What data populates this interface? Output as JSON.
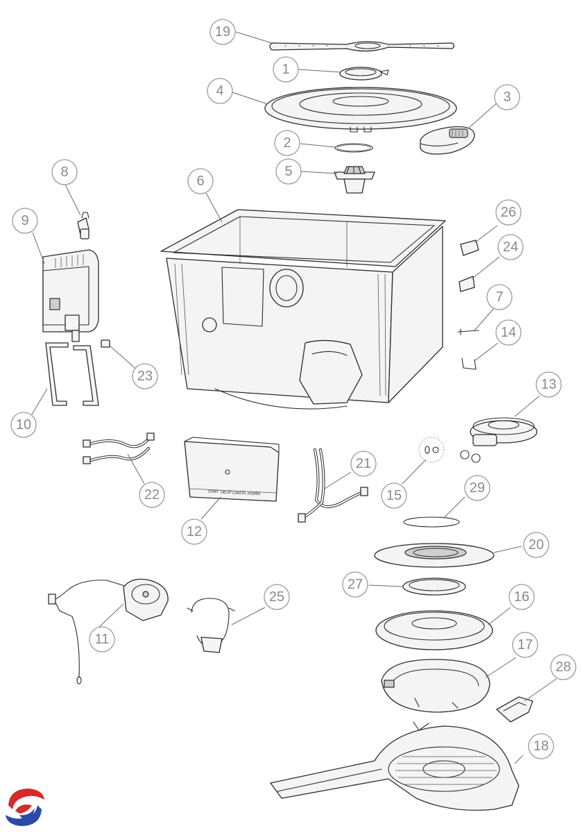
{
  "callouts": [
    "1",
    "2",
    "3",
    "4",
    "5",
    "6",
    "7",
    "8",
    "9",
    "10",
    "11",
    "12",
    "13",
    "14",
    "15",
    "16",
    "17",
    "18",
    "19",
    "20",
    "21",
    "22",
    "23",
    "24",
    "25",
    "26",
    "27",
    "28",
    "29"
  ],
  "control_module_labels": [
    "START",
    "DELAY",
    "CANCEL",
    "POWER"
  ],
  "colors": {
    "callout_stroke": "#9a9a9a",
    "callout_text": "#8a8a8a",
    "line_art": "#2a2a2a",
    "logo_red": "#d42a2a",
    "logo_blue": "#2a4aa8"
  },
  "logo": {
    "icon": "brand-swirl-logo"
  }
}
